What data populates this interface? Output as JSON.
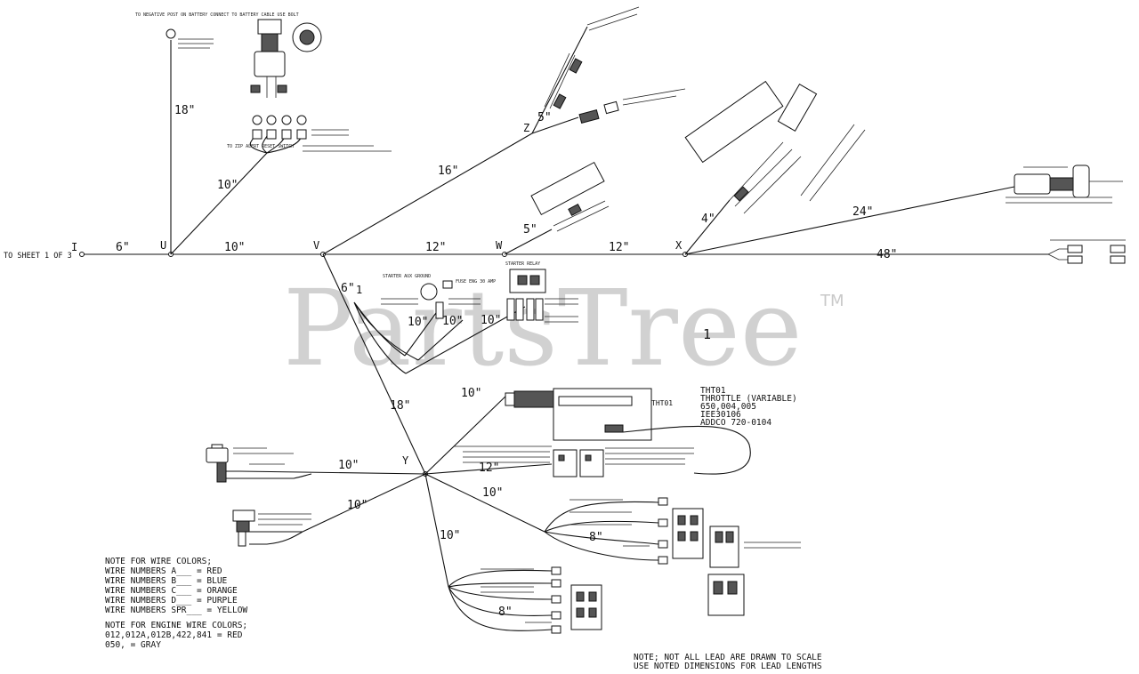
{
  "watermark": {
    "text": "PartsTree",
    "tm": "TM"
  },
  "sheet_ref": "TO SHEET 1 OF 3",
  "nodes": [
    "I",
    "U",
    "V",
    "W",
    "X",
    "Y",
    "Z"
  ],
  "dimensions": {
    "d_6": "6\"",
    "d_10_a": "10\"",
    "d_12_a": "12\"",
    "d_12_b": "12\"",
    "d_48": "48\"",
    "d_18_top": "18\"",
    "d_10_diag": "10\"",
    "d_16": "16\"",
    "d_5_z": "5\"",
    "d_5_w": "5\"",
    "d_4": "4\"",
    "d_24": "24\"",
    "d_6_v": "6\"",
    "d_10_s1": "10\"",
    "d_10_s2": "10\"",
    "d_10_s3": "10\"",
    "d_18_mid": "18\"",
    "d_10_thr": "10\"",
    "d_10_left": "10\"",
    "d_12_right": "12\"",
    "d_10_lower": "10\"",
    "d_10_down": "10\"",
    "d_10_ll": "10\"",
    "d_8_a": "8\"",
    "d_8_b": "8\""
  },
  "part_callout": "1",
  "throttle": {
    "lines": [
      "THT01",
      "THROTTLE (VARIABLE)",
      "650,004,005",
      "IEE30106",
      "ADDCO 720-0104"
    ],
    "box_label": "THT01"
  },
  "wire_color_note": {
    "title": "NOTE FOR WIRE COLORS;",
    "lines": [
      "WIRE NUMBERS A___ = RED",
      "WIRE NUMBERS B___ = BLUE",
      "WIRE NUMBERS C___ = ORANGE",
      "WIRE NUMBERS D___ = PURPLE",
      "WIRE NUMBERS SPR___ = YELLOW"
    ]
  },
  "engine_color_note": {
    "title": "NOTE FOR ENGINE WIRE COLORS;",
    "lines": [
      "012,012A,012B,422,841 = RED",
      "050, = GRAY"
    ]
  },
  "scale_note": {
    "lines": [
      "NOTE; NOT ALL LEAD ARE DRAWN TO SCALE",
      "USE NOTED DIMENSIONS FOR LEAD LENGTHS"
    ]
  },
  "small_labels": {
    "battery": "TO NEGATIVE POST ON BATTERY CONNECT TO BATTERY CABLE USE BOLT",
    "starter_relay": "STARTER RELAY",
    "starter_aux": "STARTER AUX GROUND",
    "fuse": "FUSE ENG 30 AMP",
    "ign_switch": "TO ZIP ALERT RESET SWITCH"
  }
}
